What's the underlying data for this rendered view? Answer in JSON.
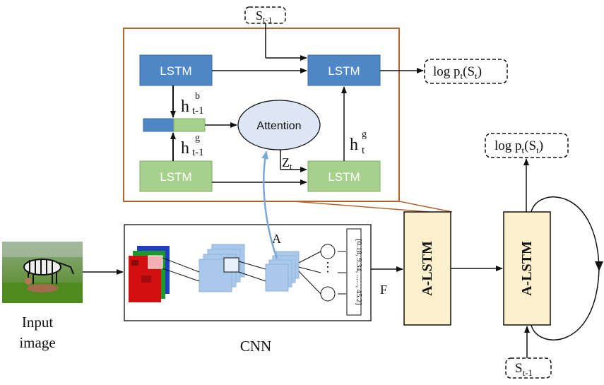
{
  "top_input": {
    "base": "S",
    "sub": "t-1"
  },
  "top_output": {
    "prefix": "log p",
    "p_sub": "t",
    "open": "(S",
    "s_sub": "t",
    "close": ")"
  },
  "lstm_label": "LSTM",
  "attention_label": "Attention",
  "h_b": {
    "base": "h",
    "sup": "b",
    "sub": "t-1"
  },
  "h_g_prev": {
    "base": "h",
    "sup": "g",
    "sub": "t-1"
  },
  "h_g": {
    "base": "h",
    "sup": "g",
    "sub": "t"
  },
  "z_t": {
    "base": "Z",
    "sub": "t"
  },
  "input_image_label": [
    "Input",
    "image"
  ],
  "cnn_label": "CNN",
  "a_label": "A",
  "f_label": "F",
  "feature_vector": "[0.18, 9.34, ......, 45.2]",
  "ellipsis": "⋮",
  "alstm_label": "A-LSTM",
  "right_output": {
    "prefix": "log p",
    "p_sub": "t",
    "open": "(S",
    "s_sub": "t",
    "close": ")"
  },
  "right_input": {
    "base": "S",
    "sub": "t-1"
  },
  "colors": {
    "lstm_blue": "#4f87c6",
    "lstm_green": "#a8d08d",
    "attention_fill": "#dde6f4",
    "detail_border": "#b5652f",
    "alstm_fill": "#fdf1cd",
    "feature_map": "#a9c8ea",
    "skip_arrow": "#78a8d6"
  }
}
